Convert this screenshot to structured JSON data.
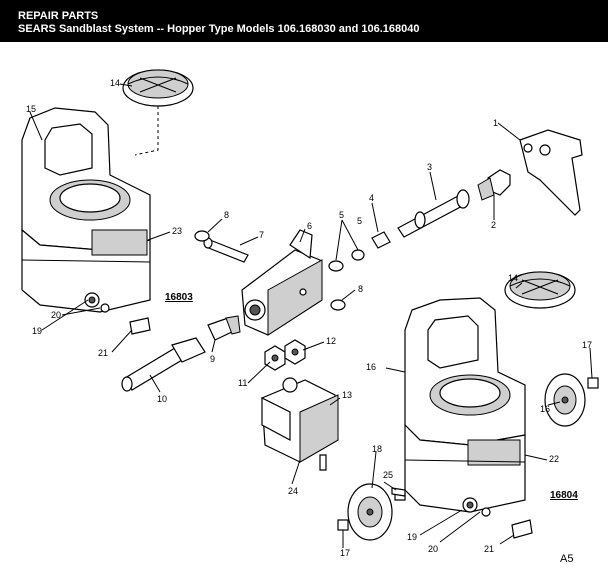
{
  "header": {
    "title": "REPAIR PARTS",
    "subtitle": "SEARS Sandblast System -- Hopper Type Models 106.168030 and 106.168040"
  },
  "model_labels": [
    "16803",
    "16804"
  ],
  "page_code": "A5",
  "callouts": [
    "1",
    "2",
    "3",
    "4",
    "5",
    "5",
    "6",
    "7",
    "8",
    "8",
    "9",
    "10",
    "11",
    "12",
    "13",
    "14",
    "14",
    "15",
    "16",
    "16",
    "17",
    "17",
    "18",
    "19",
    "19",
    "20",
    "20",
    "21",
    "21",
    "22",
    "23",
    "24",
    "25"
  ]
}
